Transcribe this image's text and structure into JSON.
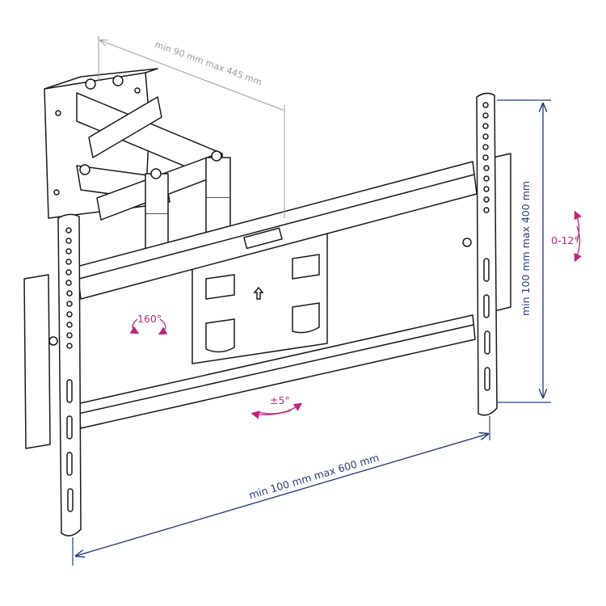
{
  "colors": {
    "dimension": "#2a3f73",
    "rotation": "#c0267a",
    "arm_depth": "#9a9a9a",
    "line": "#1a1a1a"
  },
  "dimensions": {
    "arm_extension": "min 90 mm max 445 mm",
    "vertical_spacing": "min 100 mm max 400 mm",
    "horizontal_spacing": "min 100 mm max 600 mm"
  },
  "rotations": {
    "swivel": "160°",
    "level": "±5°",
    "tilt": "0-12°"
  }
}
